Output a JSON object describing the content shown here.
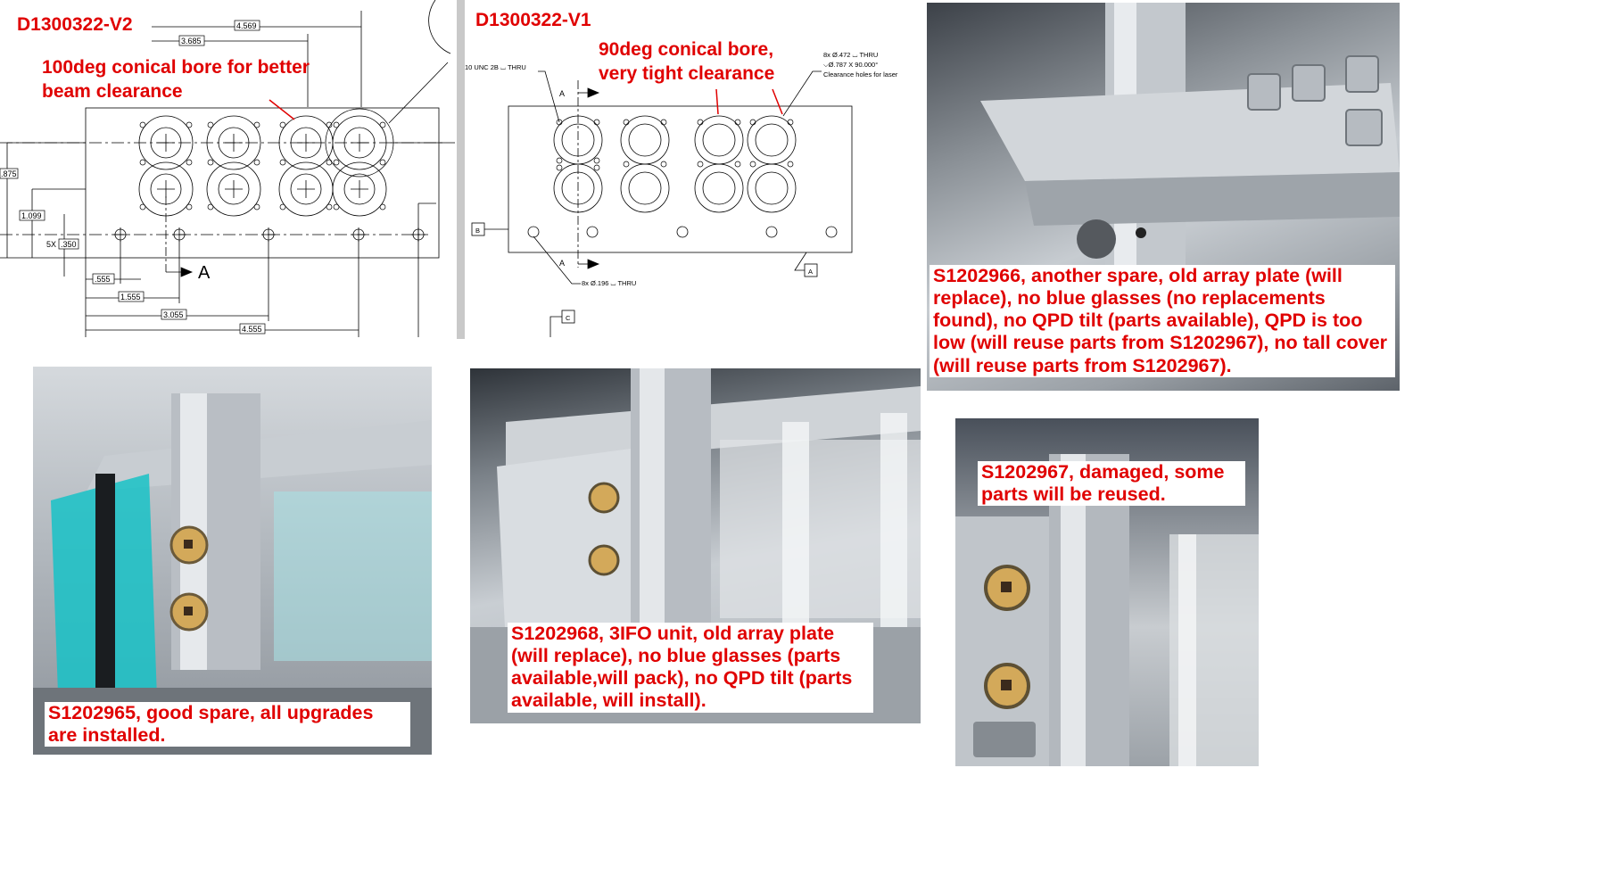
{
  "drawing_v2": {
    "id": "D1300322-V2",
    "note": "100deg conical bore for better beam clearance",
    "dims": {
      "d4569": "4.569",
      "d3685": "3.685",
      "d875": ".875",
      "d1099": "1.099",
      "d350": ".350",
      "d350_prefix": "5X",
      "d555": ".555",
      "d1555": "1.555",
      "d3055": "3.055",
      "d4555": "4.555",
      "section": "A"
    }
  },
  "drawing_v1": {
    "id": "D1300322-V1",
    "note": "90deg conical bore, very tight clearance",
    "labels": {
      "thread": "10 UNC 2B  ⌴ THRU",
      "bore_callout_1": "8x Ø.472 ⌴ THRU",
      "bore_callout_2": "⌵Ø.787 X 90.000°",
      "bore_callout_3": "Clearance holes for laser",
      "hole_callout": "8x Ø.196 ⌴ THRU",
      "section_a": "A",
      "datum_a": "A",
      "datum_b": "B",
      "datum_c": "C"
    }
  },
  "captions": {
    "s1202966": "S1202966, another spare, old array plate (will replace), no blue glasses (no replacements found), no QPD tilt (parts available), QPD is too low (will reuse parts from S1202967), no tall cover (will reuse parts from S1202967).",
    "s1202965": "S1202965, good spare, all upgrades are installed.",
    "s1202968": "S1202968, 3IFO unit, old array plate (will replace), no blue glasses (parts available,will pack), no QPD tilt (parts available, will install).",
    "s1202967": "S1202967, damaged, some parts will be reused."
  },
  "colors": {
    "annotation_red": "#e00000",
    "blue_glass": "#17c2c7",
    "aluminium": "#b9bec4"
  }
}
